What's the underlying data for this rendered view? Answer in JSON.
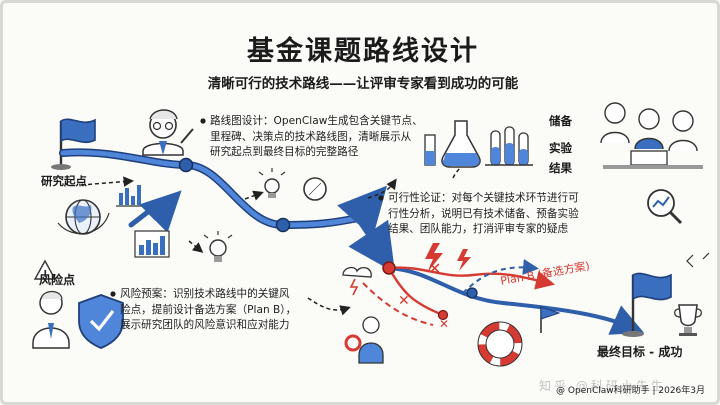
{
  "title": "基金课题路线设计",
  "subtitle": "清晰可行的技术路线——让评审专家看到成功的可能",
  "labels": {
    "start": "研究起点",
    "risk": "风险点",
    "goal": "最终目标 - 成功",
    "reserve": "储备",
    "experiment": "实验",
    "results": "结果",
    "plan_b": "Plan B (备选方案)"
  },
  "blocks": {
    "roadmap": [
      "路线图设计：OpenClaw生成包含关键节点、",
      "里程碑、决策点的技术路线图，清晰展示从",
      "研究起点到最终目标的完整路径"
    ],
    "feasibility": [
      "可行性论证：对每个关键技术环节进行可",
      "行性分析，说明已有技术储备、预备实验",
      "结果、团队能力，打消评审专家的疑虑"
    ],
    "risk_plan": [
      "风险预案：识别技术路线中的关键风",
      "险点，提前设计备选方案（Plan B），",
      "展示研究团队的风险意识和应对能力"
    ]
  },
  "footer": "@ OpenClaw科研助手 | 2026年3月",
  "watermark": "知乎 @科研小先生",
  "colors": {
    "route": "#2f5faa",
    "risk": "#d63b33",
    "ink": "#1e1e1e",
    "accent": "#3a6fc0"
  }
}
